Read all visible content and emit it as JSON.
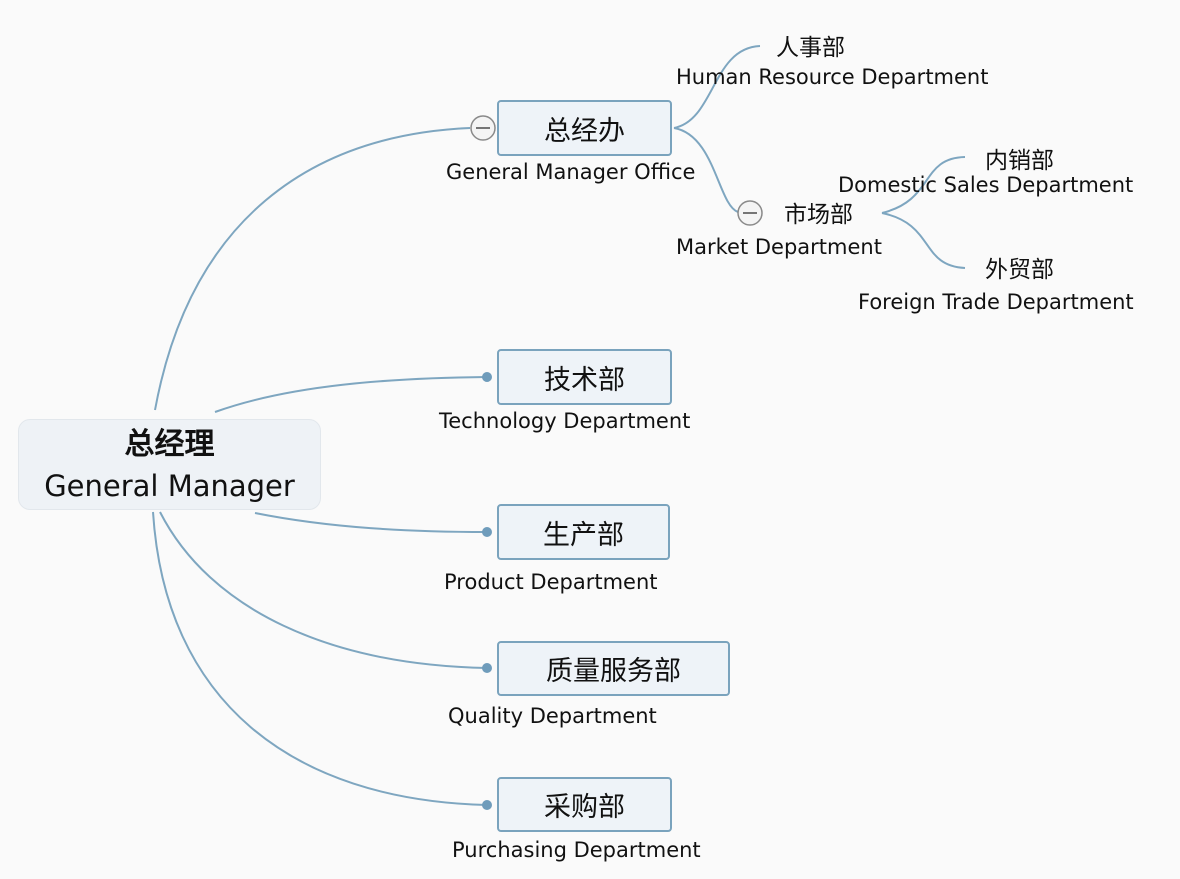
{
  "root": {
    "title_zh": "总经理",
    "title_en": "General Manager"
  },
  "branches": {
    "gm_office": {
      "name_zh": "总经办",
      "name_en": "General Manager Office"
    },
    "technology": {
      "name_zh": "技术部",
      "name_en": "Technology Department"
    },
    "product": {
      "name_zh": "生产部",
      "name_en": "Product Department"
    },
    "quality": {
      "name_zh": "质量服务部",
      "name_en": "Quality Department"
    },
    "purchasing": {
      "name_zh": "采购部",
      "name_en": "Purchasing Department"
    }
  },
  "gm_office_children": {
    "hr": {
      "name_zh": "人事部",
      "name_en": "Human Resource Department"
    },
    "market": {
      "name_zh": "市场部",
      "name_en": "Market Department"
    }
  },
  "market_children": {
    "domestic": {
      "name_zh": "内销部",
      "name_en": "Domestic Sales Department"
    },
    "foreign": {
      "name_zh": "外贸部",
      "name_en": "Foreign Trade Department"
    }
  },
  "colors": {
    "connector": "#7ea6c0",
    "node_fill": "#eef3f8",
    "node_border": "#7aa3bd",
    "background": "#fafafa"
  }
}
